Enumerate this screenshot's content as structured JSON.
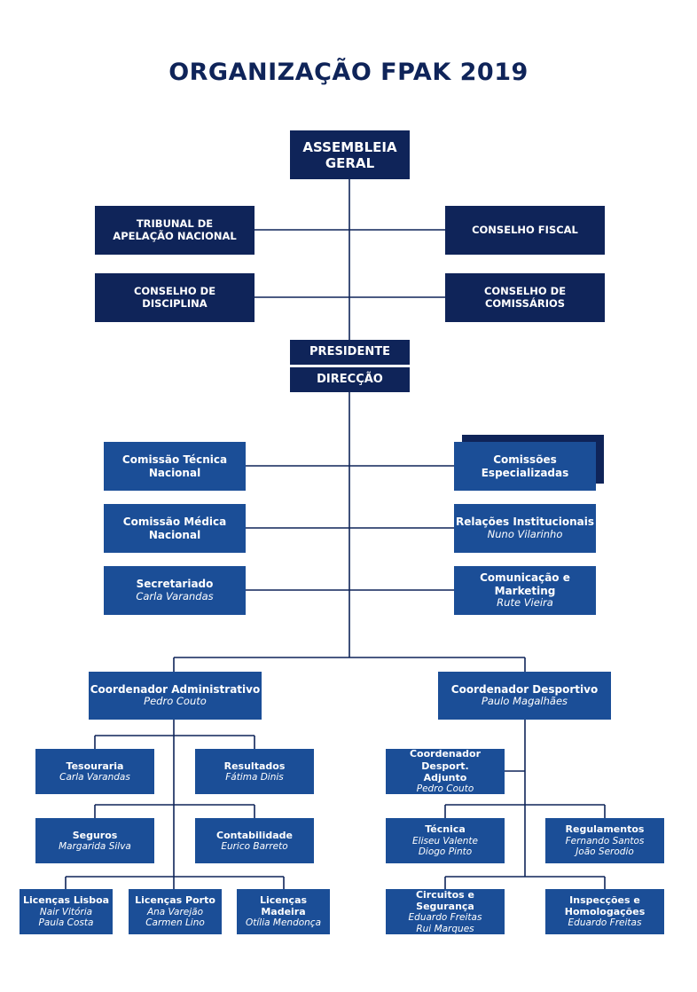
{
  "title": "ORGANIZAÇÃO FPAK 2019",
  "colors": {
    "dark": "#0f2459",
    "mid": "#1b4e97",
    "line": "#0f2459"
  },
  "top": {
    "assembleia": [
      "ASSEMBLEIA",
      "GERAL"
    ],
    "tribunal": [
      "TRIBUNAL DE",
      "APELAÇÃO NACIONAL"
    ],
    "conselho_fiscal": "CONSELHO FISCAL",
    "conselho_disciplina": [
      "CONSELHO DE",
      "DISCIPLINA"
    ],
    "conselho_comissarios": [
      "CONSELHO DE",
      "COMISSÁRIOS"
    ],
    "presidente": "PRESIDENTE",
    "direccao": "DIRECÇÃO"
  },
  "committees": {
    "tecnica": [
      "Comissão Técnica",
      "Nacional"
    ],
    "especializadas": [
      "Comissões",
      "Especializadas"
    ],
    "medica": [
      "Comissão Médica",
      "Nacional"
    ],
    "relacoes": {
      "title": "Relações Institucionais",
      "person": "Nuno Vilarinho"
    },
    "secretariado": {
      "title": "Secretariado",
      "person": "Carla Varandas"
    },
    "comunicacao": {
      "title": "Comunicação e Marketing",
      "person": "Rute Vieira"
    }
  },
  "coordinators": {
    "administrativo": {
      "title": "Coordenador Administrativo",
      "person": "Pedro Couto"
    },
    "desportivo": {
      "title": "Coordenador Desportivo",
      "person": "Paulo Magalhães"
    }
  },
  "admin_units": {
    "tesouraria": {
      "title": "Tesouraria",
      "person": "Carla Varandas"
    },
    "resultados": {
      "title": "Resultados",
      "person": "Fátima Dinis"
    },
    "seguros": {
      "title": "Seguros",
      "person": "Margarida Silva"
    },
    "contabilidade": {
      "title": "Contabilidade",
      "person": "Eurico Barreto"
    },
    "lic_lisboa": {
      "title": "Licenças Lisboa",
      "people": [
        "Nair Vitória",
        "Paula Costa"
      ]
    },
    "lic_porto": {
      "title": "Licenças Porto",
      "people": [
        "Ana Varejão",
        "Carmen Lino"
      ]
    },
    "lic_madeira": {
      "title": "Licenças Madeira",
      "person": "Otília Mendonça"
    }
  },
  "sport_units": {
    "adjunto": {
      "title": [
        "Coordenador Desport.",
        "Adjunto"
      ],
      "person": "Pedro Couto"
    },
    "tecnica": {
      "title": "Técnica",
      "people": [
        "Eliseu Valente",
        "Diogo Pinto"
      ]
    },
    "regulamentos": {
      "title": "Regulamentos",
      "people": [
        "Fernando Santos",
        "João Serodio"
      ]
    },
    "circuitos": {
      "title": "Circuitos e Segurança",
      "people": [
        "Eduardo Freitas",
        "Rui Marques"
      ]
    },
    "inspeccoes": {
      "title": [
        "Inspecções e",
        "Homologações"
      ],
      "person": "Eduardo Freitas"
    }
  }
}
